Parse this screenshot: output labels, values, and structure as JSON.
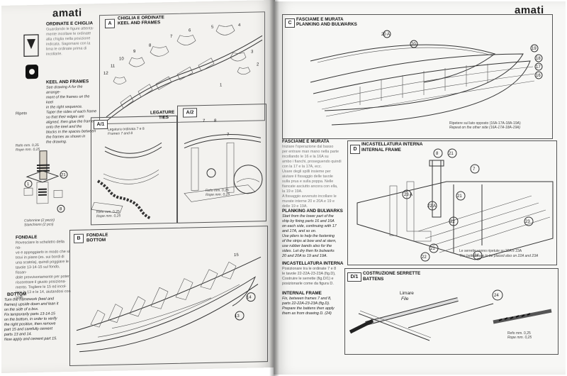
{
  "brand": "amati",
  "left_page": {
    "intro_title_it": "ORDINATE E CHIGLIA",
    "intro_text_it": [
      "Guardando le figure attenta-",
      "mente incollare le ordinate",
      "alla chiglia nella posizione",
      "indicata. Sagomare con la",
      "lima le ordinate prima di",
      "incollarle."
    ],
    "keel_frames_head": "KEEL AND FRAMES",
    "keel_frames_text": [
      "See drawing A for the arrange-",
      "ment of the frames on the keel",
      "in the right sequence.",
      "Taper the sides of each frame",
      "so that their edges are",
      "aligned, then glue the frames",
      "onto the keel and the",
      "blocks in the spaces between",
      "the frames as shown in",
      "the drawing."
    ],
    "ripeto_label": "Ripeto",
    "panel_a_title_it": "CHIGLIA E ORDINATE",
    "panel_a_title_en": "KEEL AND FRAMES",
    "panel_a_tag": "A",
    "panel_a1_tag": "A/1",
    "panel_a2_tag": "A/2",
    "legature_it": "LEGATURE",
    "legature_en": "TIES",
    "frames_note": "Legatura ordinata 7 e 8",
    "frames_note_en": "Frames 7 and 8",
    "refo_left": [
      "Refo mm. 0,25",
      "Rope mm. 0,25"
    ],
    "refo_mid": [
      "Refo mm. 0,25",
      "Rope mm. 0,25"
    ],
    "refo_right": [
      "Refo mm. 0,25",
      "Rope mm. 0,25"
    ],
    "colonnine": [
      "Colonnine (2 pezzi)",
      "Stanchions (2 pcs)"
    ],
    "fondale_head": "FONDALE",
    "fondale_text": [
      "Rovesciare lo scheletro della na-",
      "ve e appoggiarlo in modo che si",
      "trovi in piano (es. sui bordi di",
      "una scatola), quindi poggiare le",
      "tavole 13-14-15 sul fondo, fissan-",
      "dole provvisoriamente per poter",
      "riscontrare il giusto posiziona-",
      "mento. Togliere le 15 ed incol-",
      "lare le 13 e le 14, aiutandosi con",
      "spilli."
    ],
    "bottom_head": "BOTTOM",
    "bottom_text": [
      "Turn the framework (keel and",
      "frames) upside down and lean it",
      "on the side of a box.",
      "Fix temporarily parts 13-14-15",
      "on the bottom, in order to verify",
      "the right position, then remove",
      "part 15 and carefully cement",
      "parts 13 and 14.",
      "Now apply and cement part 15."
    ],
    "panel_b_tag": "B",
    "panel_b_title_it": "FONDALE",
    "panel_b_title_en": "BOTTOM",
    "parts_a": [
      "1",
      "2",
      "3",
      "4",
      "5",
      "6",
      "7",
      "8",
      "9",
      "10",
      "11",
      "12"
    ],
    "parts_bottom": [
      "13",
      "14",
      "15"
    ],
    "parts_col": [
      "21",
      "1",
      "8"
    ]
  },
  "right_page": {
    "panel_c_tag": "C",
    "panel_c_title_it": "FASCIAME E MURATA",
    "panel_c_title_en": "PLANKING AND BULWARKS",
    "parts_c": [
      "20 A",
      "20",
      "19",
      "18",
      "17",
      "16"
    ],
    "repeat_it": "Ripetere sul lato opposto (16A-17A-18A-19A)",
    "repeat_en": "Repeat on the other side (16A-17A-18A-19A)",
    "fasciame_head": "FASCIAME E MURATA",
    "fasciame_text": [
      "Iniziare l'operazione dal basso",
      "per entrare man mano nella parte",
      "incollando le 16 e la 16A su",
      "ambo i fianchi, proseguendo quindi",
      "con la 17 e la 17A, ecc.",
      "Usare degli spilli insieme per",
      "aiutare il fissaggio delle tavole",
      "sulla prua e sulla poppa. Nelle",
      "fiancate asciutto ancora con ella,",
      "la 19 e 19A.",
      "A fissaggio avvenuto incollare le",
      "murate interne 20 e 20A e 19 e",
      "delle 19 e 19A."
    ],
    "planking_head": "PLANKING AND BULWARKS",
    "planking_text": [
      "Start from the lower part of the",
      "ship by fixing parts 16 and 16A",
      "on each side, continuing with 17",
      "and 17A, and so on.",
      "Use pliers to help the fastening",
      "of the strips at bow and at stern,",
      "use rubber bands also for the",
      "sides. Let dry then fix bulwarks",
      "20 and 20A to 19 and 19A."
    ],
    "castello_head": "INCASTELLATURA INTERNA",
    "castello_text": [
      "Posizionare tra le ordinate 7 e 8",
      "le tavole 22-22A-23-23A (fig.D),",
      "Costruire le serrette (fig.D/1) e",
      "posizionarle come da figura D."
    ],
    "internal_head": "INTERNAL FRAME",
    "internal_text": [
      "Fix, between frames 7 and 8,",
      "parts 22-22A-23-23A (fig.D).",
      "Prepare the battens then apply",
      "them as from drawing D. (24)"
    ],
    "panel_d_tag": "D",
    "panel_d_title_it": "INCASTELLATURA INTERNA",
    "panel_d_title_en": "INTERNAL FRAME",
    "parts_d": [
      "23 A",
      "8",
      "21",
      "7",
      "21",
      "22 A",
      "22",
      "23",
      "24",
      "22",
      "21"
    ],
    "serrette_it": "Le serrette vanno ripetute su 22A e 23A",
    "serrette_en": "The battens are to be placed also on 22A and 23A",
    "panel_d1_tag": "D/1",
    "panel_d1_title_it": "COSTRUZIONE SERRETTE",
    "panel_d1_title_en": "BATTENS",
    "limare": "Limare",
    "file": "File",
    "part_24": "24",
    "refo_d1": [
      "Refo mm. 0,25",
      "Rope mm. 0,25"
    ]
  }
}
